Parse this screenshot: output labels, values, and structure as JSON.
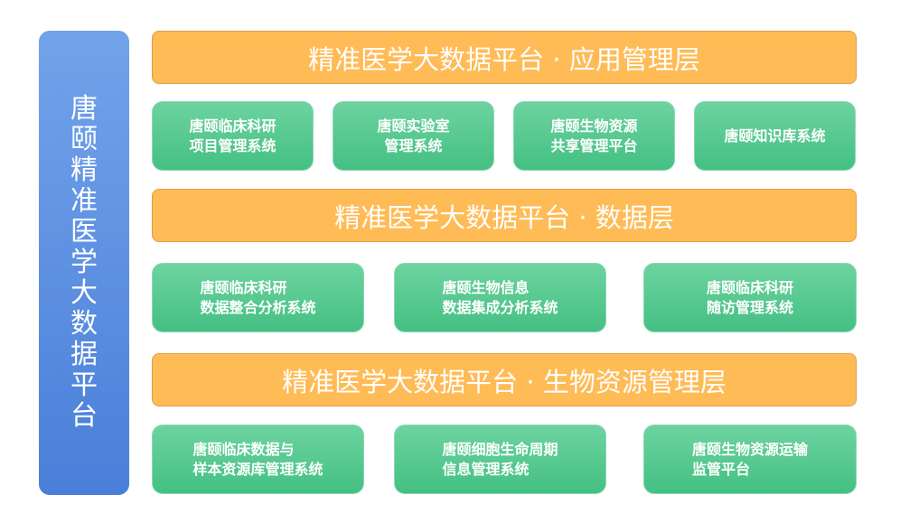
{
  "side_title": "唐颐精准医学大数据平台",
  "layers": [
    "精准医学大数据平台 · 应用管理层",
    "精准医学大数据平台 · 数据层",
    "精准医学大数据平台 · 生物资源管理层"
  ],
  "app_systems": [
    [
      "唐颐临床科研",
      "项目管理系统"
    ],
    [
      "唐颐实验室",
      "管理系统"
    ],
    [
      "唐颐生物资源",
      "共享管理平台"
    ],
    [
      "唐颐知识库系统"
    ]
  ],
  "data_systems": [
    [
      "唐颐临床科研",
      "数据整合分析系统"
    ],
    [
      "唐颐生物信息",
      "数据集成分析系统"
    ],
    [
      "唐颐临床科研",
      "随访管理系统"
    ]
  ],
  "bio_systems": [
    [
      "唐颐临床数据与",
      "样本资源库管理系统"
    ],
    [
      "唐颐细胞生命周期",
      "信息管理系统"
    ],
    [
      "唐颐生物资源运输",
      "监管平台"
    ]
  ]
}
